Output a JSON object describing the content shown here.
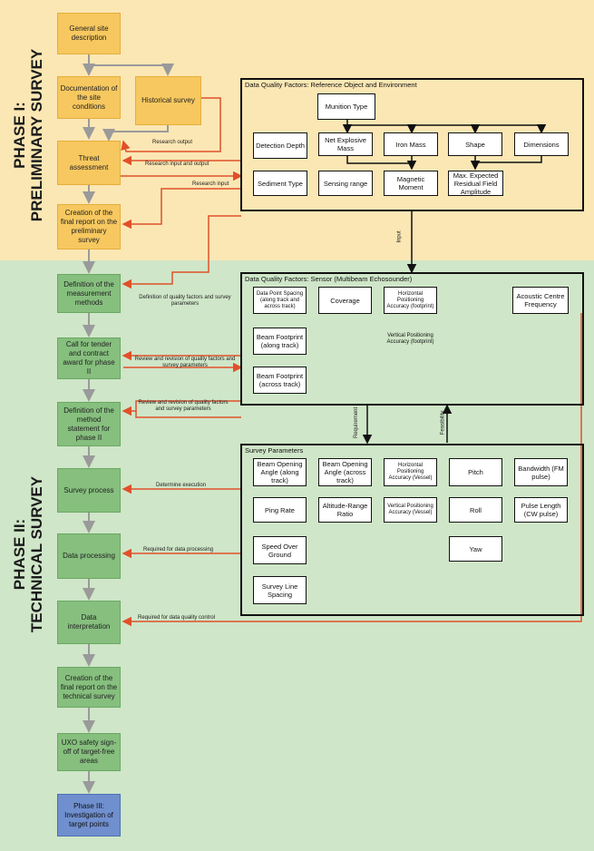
{
  "phases": {
    "phase1": "PHASE I:\nPRELIMINARY SURVEY",
    "phase2": "PHASE II:\nTECHNICAL SURVEY"
  },
  "flow": {
    "general_site": "General site description",
    "documentation": "Documentation of the site conditions",
    "historical": "Historical survey",
    "threat": "Threat assessment",
    "final_prelim": "Creation of the final report on the preliminary survey",
    "def_measurement": "Definition of the measurement methods",
    "call_tender": "Call for tender and contract award for phase II",
    "def_method": "Definition of the method statement for phase II",
    "survey_process": "Survey process",
    "data_processing": "Data processing",
    "data_interpretation": "Data interpretation",
    "final_technical": "Creation of the final report on the technical survey",
    "uxo_signoff": "UXO safety sign-off of target-free areas",
    "phase3": "Phase III: Investigation of target points"
  },
  "panel_ref": {
    "title": "Data Quality Factors: Reference Object and Environment",
    "munition_type": "Munition Type",
    "detection_depth": "Detection Depth",
    "net_explosive": "Net Explosive Mass",
    "iron_mass": "Iron Mass",
    "shape": "Shape",
    "dimensions": "Dimensions",
    "sediment": "Sediment Type",
    "sensing_range": "Sensing range",
    "magnetic": "Magnetic Moment",
    "max_residual": "Max. Expected Residual Field Amplitude"
  },
  "panel_sensor": {
    "title": "Data Quality Factors: Sensor (Multibeam Echosounder)",
    "dp_spacing": "Data Point Spacing (along track and across track)",
    "coverage": "Coverage",
    "hpa_fp": "Horizontal Positioning Accuracy (footprint)",
    "acoustic": "Acoustic Centre Frequency",
    "beam_fp_along": "Beam Footprint (along track)",
    "vpa_fp": "Vertical Positioning Accuracy (footprint)",
    "beam_fp_across": "Beam Footprint (across track)"
  },
  "panel_survey": {
    "title": "Survey Parameters",
    "beam_open_along": "Beam Opening Angle (along track)",
    "beam_open_across": "Beam Opening Angle (across track)",
    "hpa_vessel": "Horizontal Positioning Accuracy (Vessel)",
    "pitch": "Pitch",
    "bandwidth": "Bandwidth (FM pulse)",
    "ping_rate": "Ping Rate",
    "altitude_range": "Altitude-Range Ratio",
    "vpa_vessel": "Vertical Positioning Accuracy (Vessel)",
    "roll": "Roll",
    "pulse_length": "Pulse Length (CW pulse)",
    "speed_ground": "Speed Over Ground",
    "yaw": "Yaw",
    "line_spacing": "Survey Line Spacing"
  },
  "labels": {
    "research_output": "Research output",
    "research_io": "Research input and output",
    "research_input": "Research input",
    "input": "Input",
    "def_quality": "Definition of quality factors and survey parameters",
    "review1": "Review and revision of quality factors and survey parameters",
    "review2": "Review and revision of quality factors and survey parameters",
    "requirement": "Requirement",
    "feasibility": "Feasibility",
    "determine_exec": "Determine execution",
    "req_processing": "Required for data processing",
    "req_quality": "Required for data quality control"
  },
  "colors": {
    "phase1_bg": "#fbe7b4",
    "phase2_bg": "#cfe6c8",
    "orange_box": "#f7c85f",
    "green_box": "#86bf7e",
    "blue_box": "#6f8fcf",
    "red_arrow": "#e0502a",
    "grey_arrow": "#9a9a9a"
  }
}
